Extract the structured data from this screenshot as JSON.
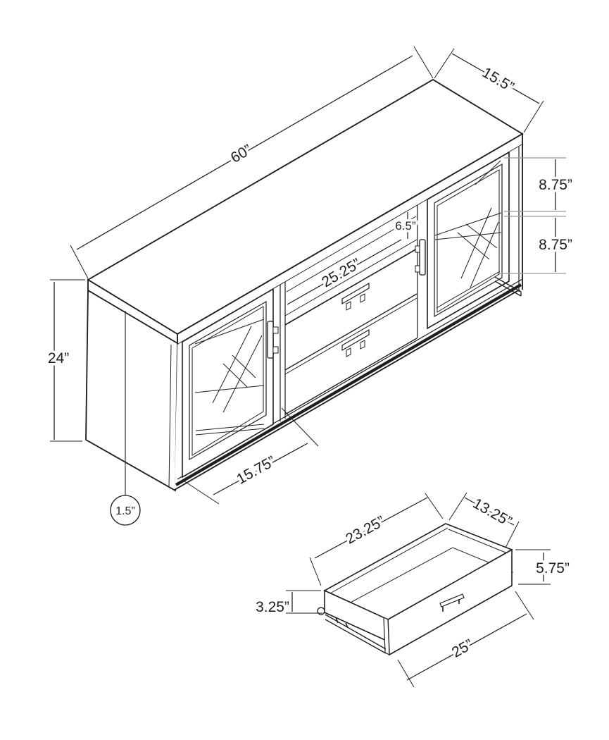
{
  "diagram": {
    "type": "furniture-dimension-diagram",
    "subject": "TV stand with two glass doors, center drawers and pull-out drawer detail",
    "colors": {
      "line": "#1e1e20",
      "extension_gray": "#9b9b9b",
      "background": "#ffffff"
    },
    "tv_stand": {
      "dimensions": {
        "top_length": "60”",
        "top_depth": "15.5”",
        "upper_shelf_height": "8.75”",
        "lower_shelf_height": "8.75”",
        "center_opening_height": "6.5”",
        "center_section_width": "25.25”",
        "overall_height": "24”",
        "door_width": "15.75”",
        "top_panel_thickness": "1.5”"
      }
    },
    "drawer": {
      "dimensions": {
        "inner_length": "23.25”",
        "inner_depth": "13.25”",
        "front_height": "5.75”",
        "side_height": "3.25”",
        "front_width": "25”"
      }
    }
  }
}
